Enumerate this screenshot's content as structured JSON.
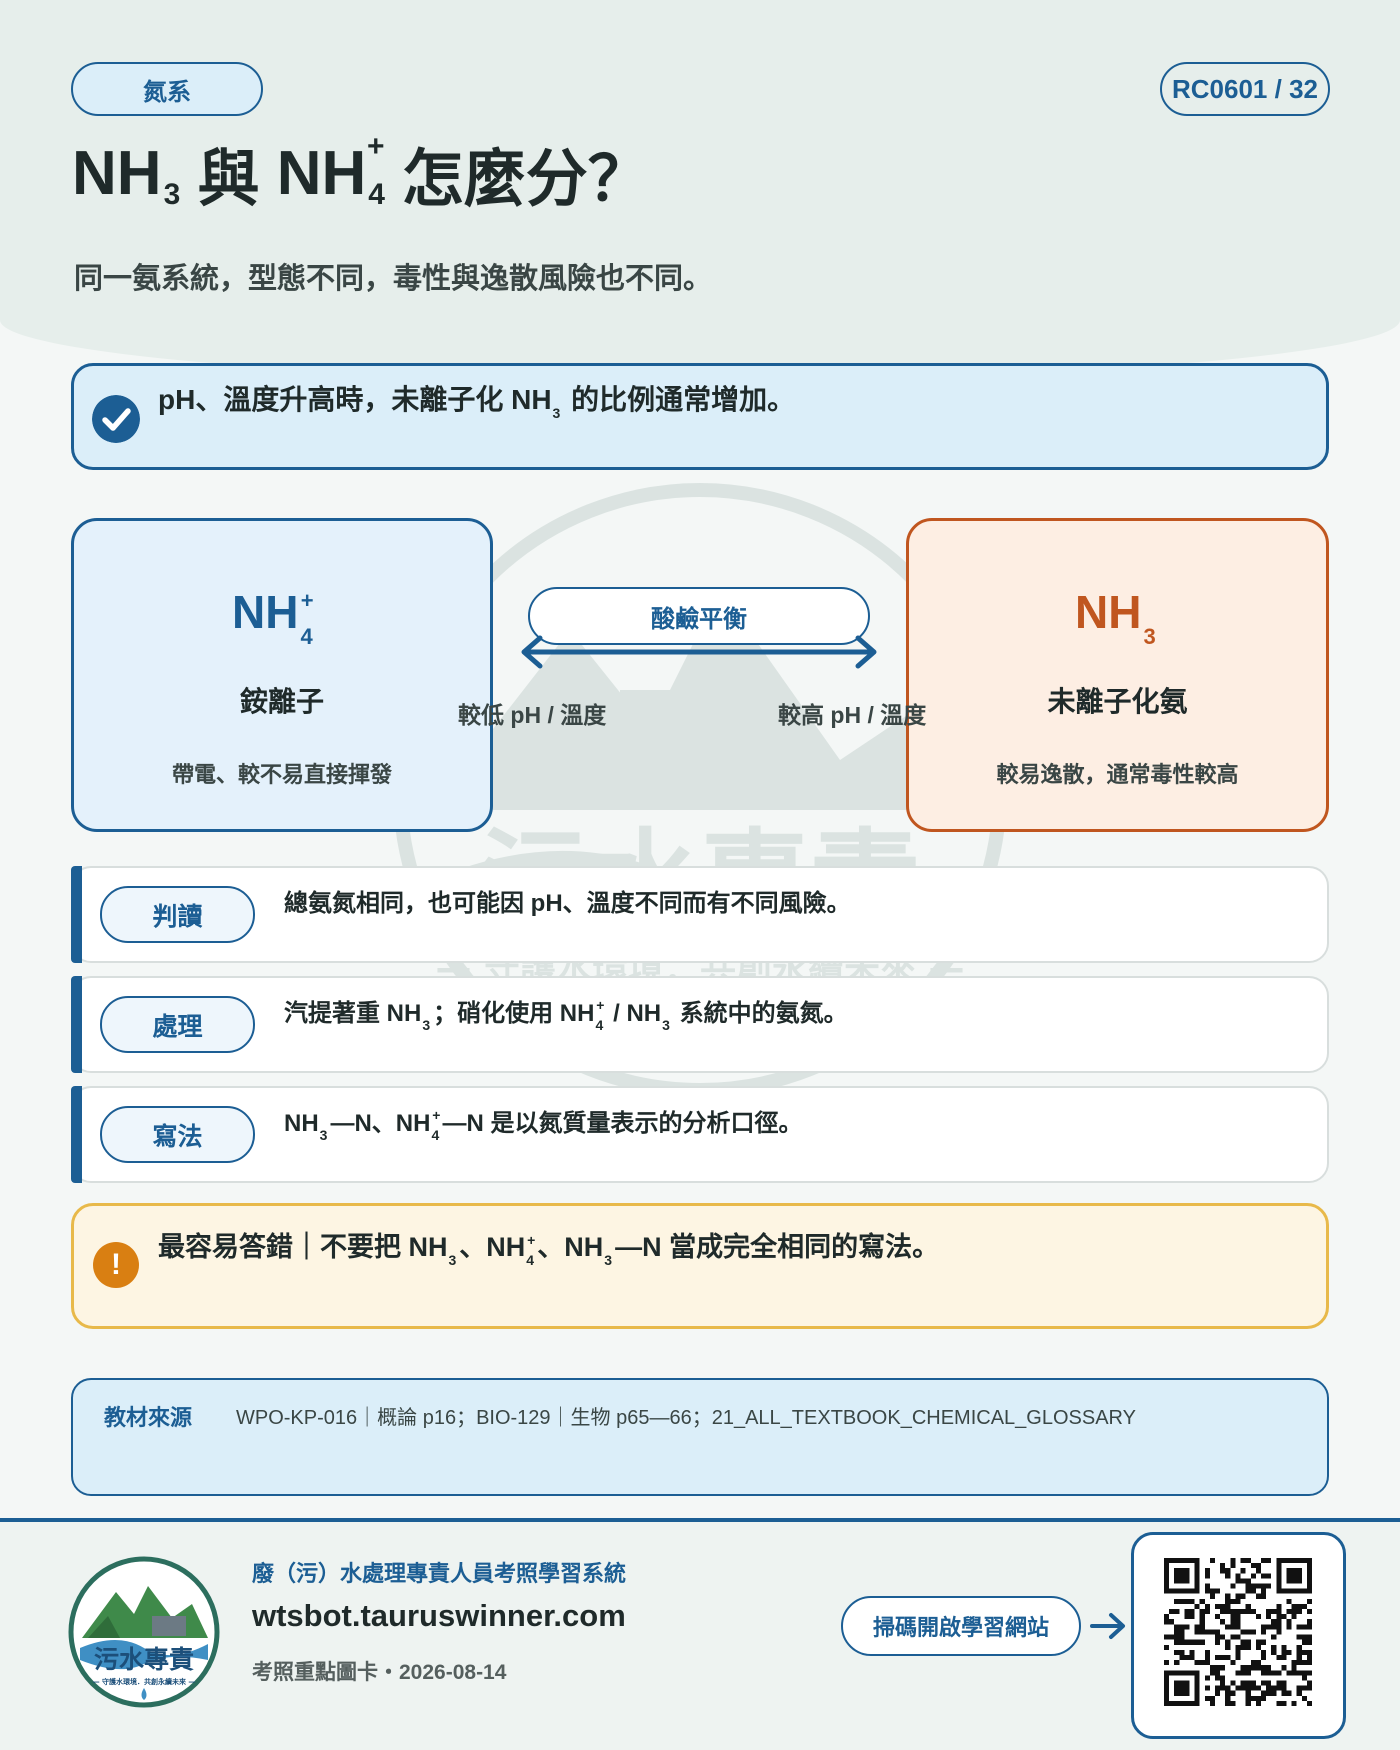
{
  "header": {
    "category": "氮系",
    "page_code": "RC0601 / 32",
    "title": {
      "part1_base": "NH",
      "part1_sub": "3",
      "middle": " 與 ",
      "part2_base": "NH",
      "part2_sub": "4",
      "part2_sup": "+",
      "tail": " 怎麼分？"
    },
    "subtitle": "同一氨系統，型態不同，毒性與逸散風險也不同。"
  },
  "highlight": {
    "text_before": "pH、溫度升高時，未離子化 NH",
    "sub": "3",
    "text_after": " 的比例通常增加。",
    "icon": "check-circle-icon"
  },
  "species": {
    "left": {
      "formula_base": "NH",
      "formula_sub": "4",
      "formula_sup": "+",
      "name": "銨離子",
      "desc": "帶電、較不易直接揮發",
      "color": "#1c5e94"
    },
    "right": {
      "formula_base": "NH",
      "formula_sub": "3",
      "name": "未離子化氨",
      "desc": "較易逸散，通常毒性較高",
      "color": "#c0561f"
    },
    "equilibrium_label": "酸鹼平衡",
    "left_condition": "較低 pH / 溫度",
    "right_condition": "較高 pH / 溫度"
  },
  "rows": [
    {
      "label": "判讀",
      "t1": "總氨氮相同，也可能因 pH、溫度不同而有不同風險。"
    },
    {
      "label": "處理",
      "t1": "汽提著重 NH",
      "s1": "3",
      "t2": "；硝化使用 NH",
      "s2": "4",
      "p2": "+",
      "t3": " / NH",
      "s3": "3",
      "t4": " 系統中的氨氮。"
    },
    {
      "label": "寫法",
      "t1": "NH",
      "s1": "3",
      "t2": "—N、NH",
      "s2": "4",
      "p2": "+",
      "t3": "—N 是以氮質量表示的分析口徑。"
    }
  ],
  "warning": {
    "icon": "exclamation-circle-icon",
    "t1": "最容易答錯｜不要把 NH",
    "s1": "3",
    "t2": "、NH",
    "s2": "4",
    "p2": "+",
    "t3": "、NH",
    "s3": "3",
    "t4": "—N 當成完全相同的寫法。"
  },
  "source": {
    "label": "教材來源",
    "text": "WPO-KP-016｜概論 p16；BIO-129｜生物 p65—66；21_ALL_TEXTBOOK_CHEMICAL_GLOSSARY"
  },
  "footer": {
    "system_name": "廢（污）水處理專責人員考照學習系統",
    "url": "wtsbot.tauruswinner.com",
    "card_date": "考照重點圖卡・2026-08-14",
    "scan_label": "掃碼開啟學習網站",
    "logo_text": "污水專責",
    "logo_slogan": "— 守護水環境．共創永續未來 —"
  },
  "colors": {
    "primary": "#1c5e94",
    "nh3_accent": "#c0561f",
    "warning": "#d97f12",
    "warning_border": "#e8b94a"
  }
}
